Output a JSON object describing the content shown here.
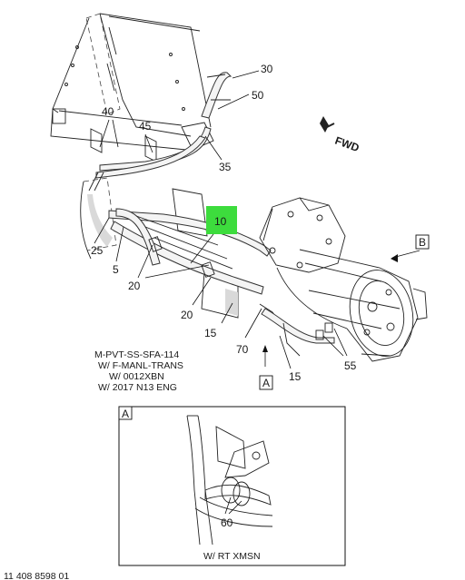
{
  "callouts": {
    "c30": "30",
    "c50": "50",
    "c40": "40",
    "c45": "45",
    "c35": "35",
    "c10": "10",
    "c25": "25",
    "c5": "5",
    "c20a": "20",
    "c20b": "20",
    "c15a": "15",
    "c15b": "15",
    "c70": "70",
    "c55": "55",
    "c60": "60",
    "viewB": "B",
    "viewA": "A",
    "detailA": "A"
  },
  "fwd_label": "FWD",
  "notes": {
    "line1": "M-PVT-SS-SFA-114",
    "line2": "W/ F-MANL-TRANS",
    "line3": "W/ 0012XBN",
    "line4": "W/ 2017 N13 ENG"
  },
  "detail_caption": "W/ RT XMSN",
  "footer_left": "11 408 8598 01",
  "footer_right": "",
  "colors": {
    "highlight": "#3ddc3d",
    "line": "#222222"
  }
}
